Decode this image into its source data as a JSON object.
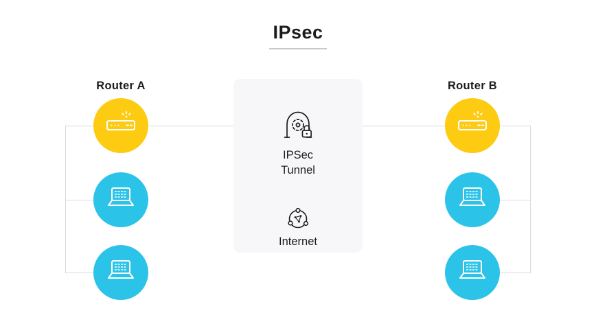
{
  "title": "IPsec",
  "routers": {
    "left": "Router A",
    "right": "Router B"
  },
  "panel": {
    "tunnel_label": "IPSec Tunnel",
    "internet_label": "Internet"
  },
  "icons": {
    "router": "wireless-router-icon",
    "laptop": "laptop-icon",
    "tunnel": "tunnel-lock-icon",
    "internet": "internet-network-icon"
  },
  "colors": {
    "router_node": "#FCCB12",
    "device_node": "#2BC3E8",
    "panel_bg": "#F7F7F9",
    "connector": "#D9D9D9",
    "text": "#1C1C1C",
    "underline": "#C9C9C9"
  }
}
